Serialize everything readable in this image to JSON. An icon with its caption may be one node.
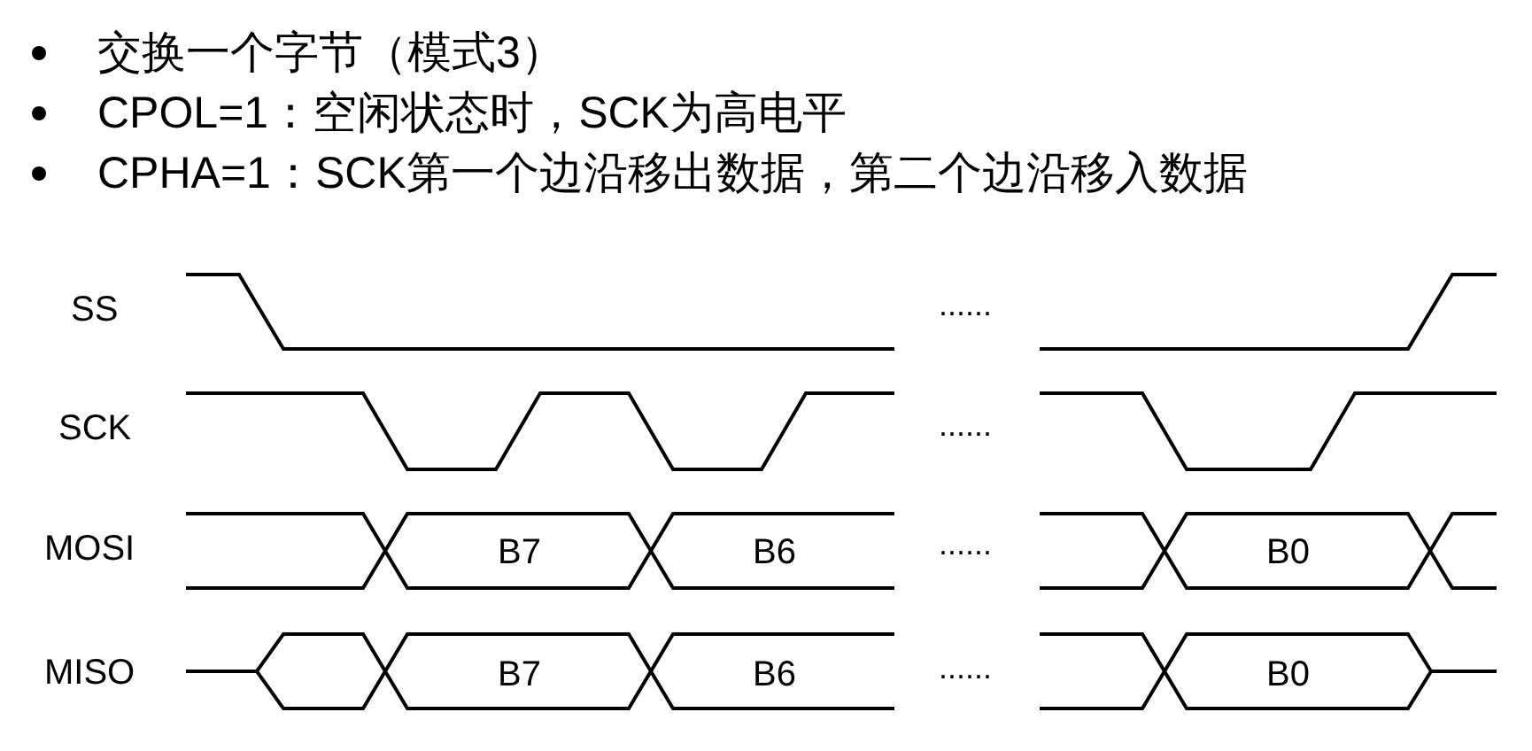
{
  "diagram": {
    "labels": [
      "交换一个字节（模式3）",
      "CPOL=1：空闲状态时，SCK为高电平",
      "CPHA=1：SCK第一个边沿移出数据，第二个边沿移入数据",
      "SS",
      "......",
      "SCK",
      "......",
      "MOSI",
      "B7",
      "B6",
      "......",
      "B0",
      "MISO",
      "B7",
      "B6",
      "......",
      "B0"
    ]
  }
}
